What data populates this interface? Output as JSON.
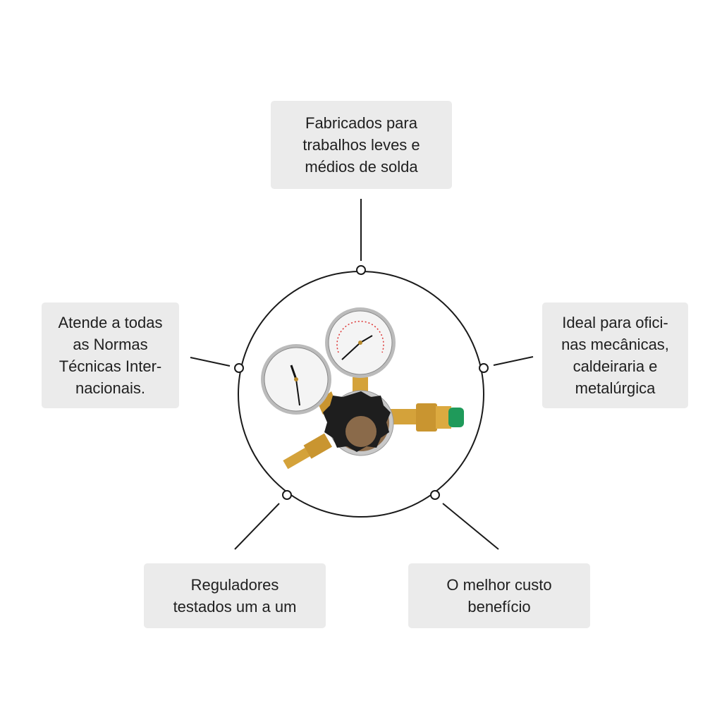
{
  "features": [
    {
      "id": "top",
      "lines": [
        "Fabricados para",
        "trabalhos leves e",
        "médios de solda"
      ]
    },
    {
      "id": "left",
      "lines": [
        "Atende a todas",
        "as Normas",
        "Técnicas Inter-",
        "nacionais."
      ]
    },
    {
      "id": "right",
      "lines": [
        "Ideal para ofici-",
        "nas mecânicas,",
        "caldeiraria e",
        "metalúrgica"
      ]
    },
    {
      "id": "bottom-left",
      "lines": [
        "Reguladores",
        "testados um a um"
      ]
    },
    {
      "id": "bottom-right",
      "lines": [
        "O melhor custo",
        "benefício"
      ]
    }
  ],
  "colors": {
    "box": "#ebebeb",
    "line": "#1a1a1a",
    "brass": "#d4a23a",
    "knob": "#1e1e1e",
    "cap": "#1f9a5a"
  }
}
